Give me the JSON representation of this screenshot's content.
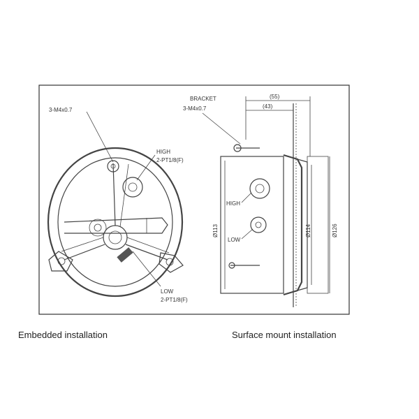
{
  "captions": {
    "left": "Embedded installation",
    "right": "Surface mount installation"
  },
  "left_view": {
    "screw_label": "3-M4x0.7",
    "high_label_1": "HIGH",
    "high_label_2": "2-PT1/8(F)",
    "low_label_1": "LOW",
    "low_label_2": "2-PT1/8(F)"
  },
  "right_view": {
    "bracket_label": "BRACKET",
    "screw_label": "3-M4x0.7",
    "dim_55": "(55)",
    "dim_43": "(43)",
    "dia_113": "Ø113",
    "dia_114": "Ø114",
    "dia_126": "Ø126",
    "high_label": "HIGH",
    "low_label": "LOW"
  }
}
